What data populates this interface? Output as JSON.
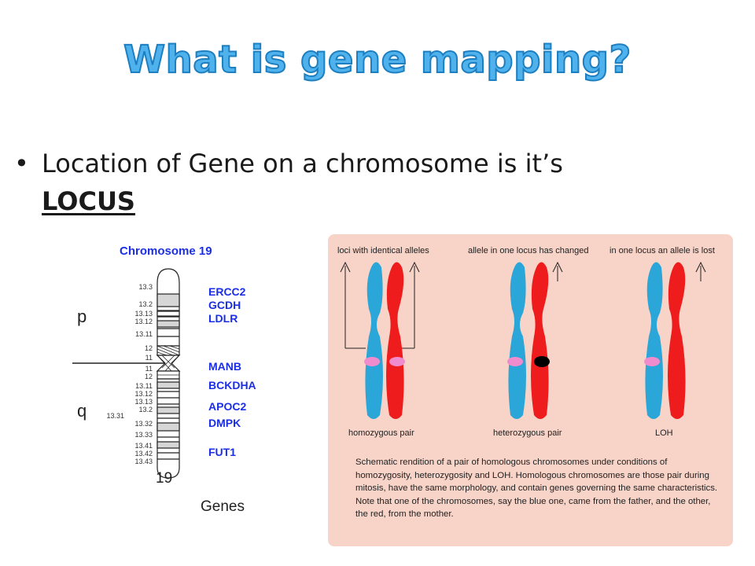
{
  "title": "What is gene mapping?",
  "bullet": {
    "glyph": "•",
    "text": "Location of Gene on a chromosome is it’s",
    "keyword": "LOCUS"
  },
  "left_figure": {
    "title": "Chromosome 19",
    "arm_p": "p",
    "arm_q": "q",
    "band_labels_p": [
      "13.3",
      "13.2",
      "13.13",
      "13.12",
      "13.11",
      "12",
      "11"
    ],
    "band_labels_q": [
      "11",
      "12",
      "13.11",
      "13.12",
      "13.13",
      "13.2",
      "13.32",
      "13.33",
      "13.41",
      "13.42",
      "13.43"
    ],
    "side_label": "13.31",
    "genes": [
      "ERCC2",
      "GCDH",
      "LDLR",
      "MANB",
      "BCKDHA",
      "APOC2",
      "DMPK",
      "FUT1"
    ],
    "chromosome_number": "19",
    "footer": "Genes",
    "colors": {
      "title": "#1a2ee6",
      "genes": "#1a2ee6"
    }
  },
  "right_figure": {
    "labels_top": [
      "loci with identical alleles",
      "allele in one locus has changed",
      "in one locus an allele is lost"
    ],
    "labels_bottom": [
      "homozygous pair",
      "heterozygous pair",
      "LOH"
    ],
    "caption": "Schematic rendition of a pair of homologous chromosomes under conditions of homozygosity, heterozygosity and LOH. Homologous chromosomes are those pair during mitosis, have the same morphology, and contain genes governing the same characteristics. Note that one of the chromosomes, say the blue one, came from the father, and the other, the red, from the mother.",
    "colors": {
      "background": "#f8d3c7",
      "paternal": "#2aa6d8",
      "maternal": "#ee1c1c",
      "locus": "#f08ccd",
      "lost": "#000000"
    }
  }
}
